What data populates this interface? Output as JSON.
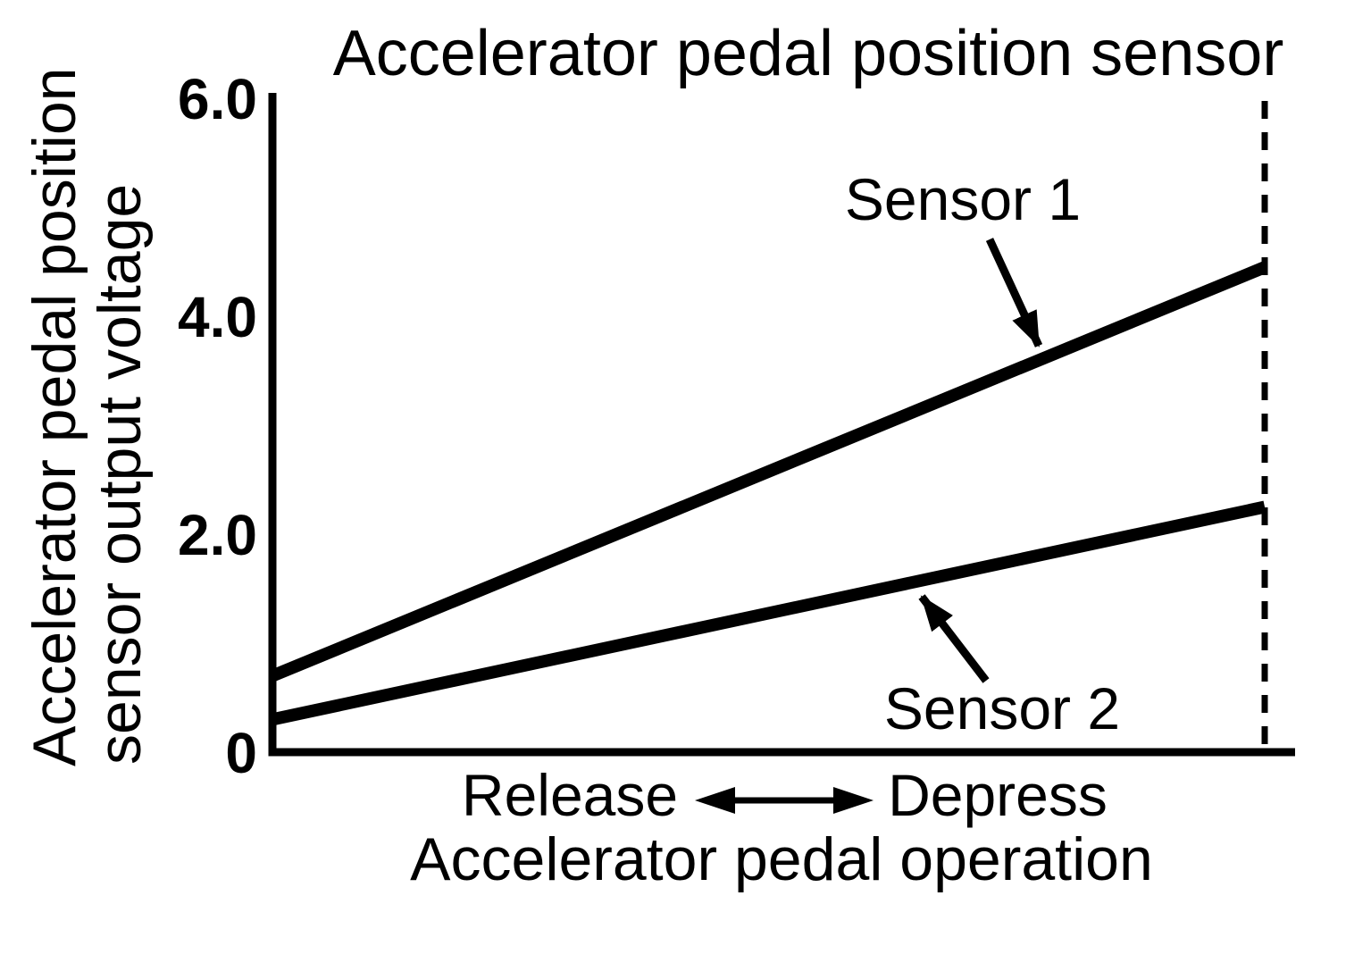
{
  "chart_data": {
    "type": "line",
    "title": "Accelerator pedal position sensor",
    "ylabel_lines": [
      "Accelerator pedal position",
      "sensor output voltage"
    ],
    "xlabel": "Accelerator pedal operation",
    "x_axis_direction_labels": {
      "left": "Release",
      "right": "Depress"
    },
    "ylim": [
      0,
      6.0
    ],
    "yticks": [
      {
        "label": "0",
        "value": 0
      },
      {
        "label": "2.0",
        "value": 2
      },
      {
        "label": "4.0",
        "value": 4
      },
      {
        "label": "6.0",
        "value": 6
      }
    ],
    "x_range_meaning": [
      "pedal released",
      "pedal fully depressed"
    ],
    "series": [
      {
        "name": "Sensor 1",
        "values": [
          0.7,
          4.45
        ]
      },
      {
        "name": "Sensor 2",
        "values": [
          0.3,
          2.25
        ]
      }
    ],
    "grid": false,
    "legend_position": "inline annotations with arrows",
    "full_depress_marker": "dashed vertical line at fully depressed pedal position"
  },
  "colors": {
    "foreground": "#000000",
    "background": "#ffffff"
  }
}
